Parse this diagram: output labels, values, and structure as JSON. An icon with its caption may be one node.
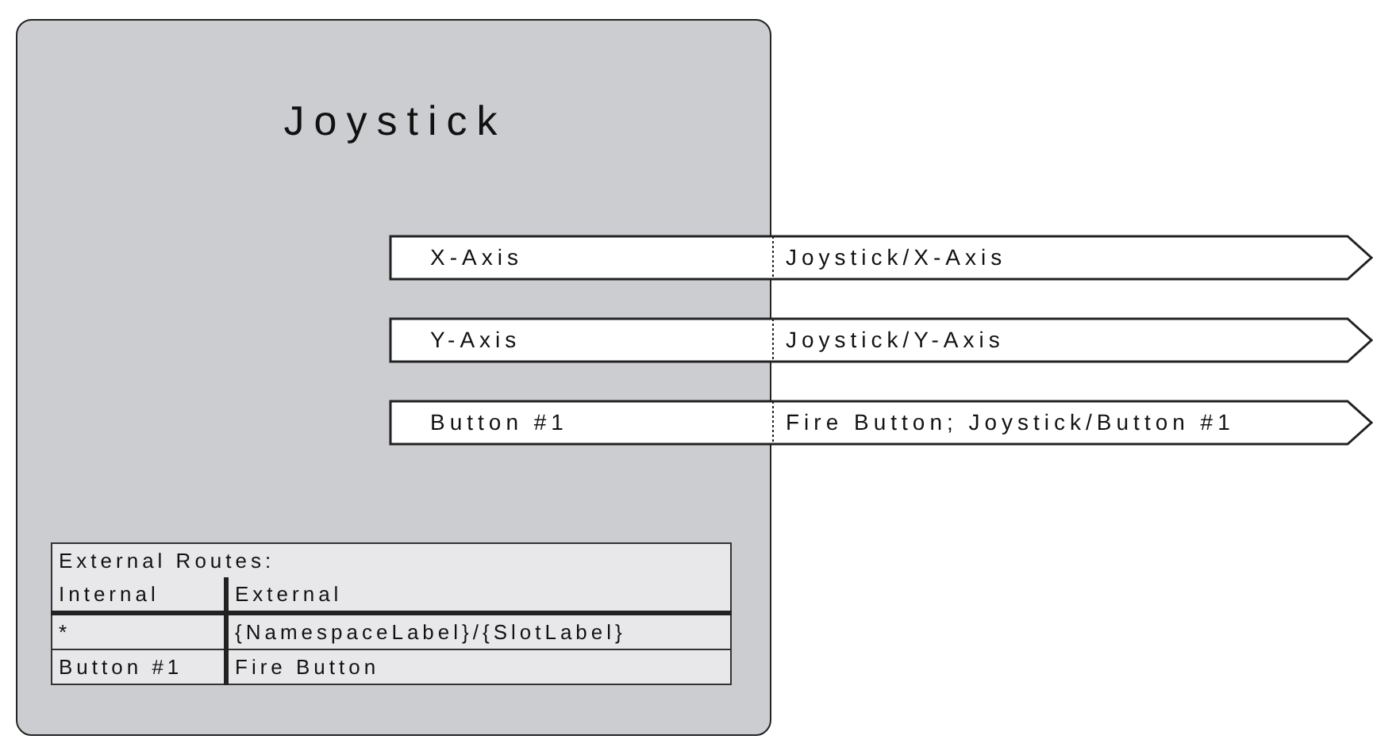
{
  "diagram": {
    "nodes": [
      {
        "text": [
          "Joystick"
        ]
      },
      {
        "text": [
          "X-Axis",
          "Joystick/X-Axis"
        ]
      },
      {
        "text": [
          "Y-Axis",
          "Joystick/Y-Axis"
        ]
      },
      {
        "text": [
          "Button #1",
          "Fire Button; Joystick/Button #1"
        ]
      }
    ],
    "edges": [],
    "labels": [
      "External Routes:",
      "Internal",
      "External",
      "*",
      "{NamespaceLabel}/{SlotLabel}",
      "Button #1",
      "Fire Button"
    ]
  }
}
